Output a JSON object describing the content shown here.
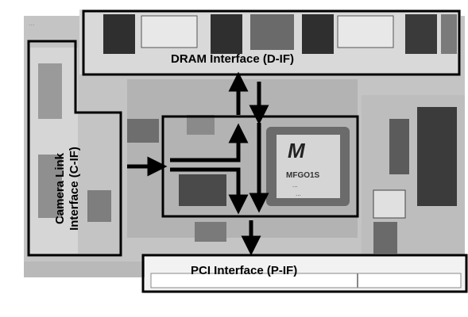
{
  "labels": {
    "dram": "DRAM Interface (D-IF)",
    "pci": "PCI Interface (P-IF)",
    "camera": "Camera Link Interface (C-IF)",
    "chip_brand": "M",
    "chip_part": "MFGO1S",
    "chip_sub1": "...",
    "chip_sub2": "...",
    "corner": "..."
  },
  "colors": {
    "pcb_light": "#cfcfcf",
    "pcb_mid": "#a9a9a9",
    "pcb_dark": "#3a3a3a",
    "outline": "#000000"
  }
}
